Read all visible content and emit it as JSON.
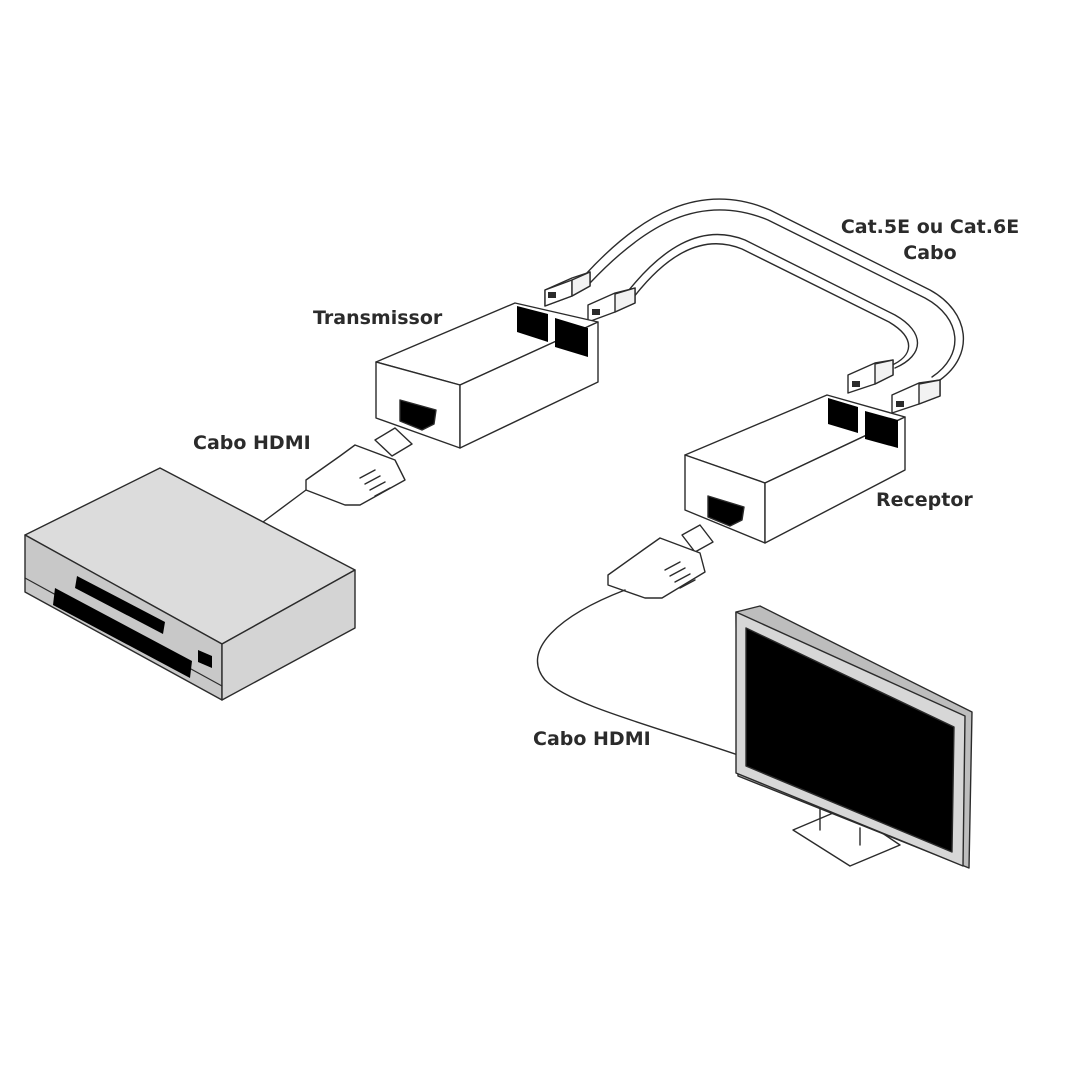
{
  "labels": {
    "transmitter": "Transmissor",
    "receiver": "Receptor",
    "hdmi_cable_source": "Cabo HDMI",
    "hdmi_cable_display": "Cabo HDMI",
    "network_cable_line1": "Cat.5E ou Cat.6E",
    "network_cable_line2": "Cabo"
  },
  "colors": {
    "outline": "#2b2b2b",
    "box_face": "#ffffff",
    "source_top": "#dcdcdc",
    "source_front": "#c8c8c8",
    "screen": "#000000",
    "bezel": "#bdbdbd"
  }
}
